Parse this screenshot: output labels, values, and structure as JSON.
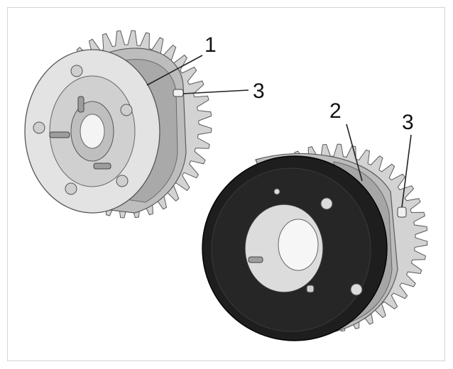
{
  "callouts": {
    "label_1": "1",
    "label_2": "2",
    "label_3a": "3",
    "label_3b": "3"
  },
  "colors": {
    "sprocket": "#d3d3d3",
    "sprocket_edge": "#5a5a5a",
    "housing_dark": "#1e1e1e",
    "plate": "#e2e2e2",
    "line": "#222222"
  }
}
